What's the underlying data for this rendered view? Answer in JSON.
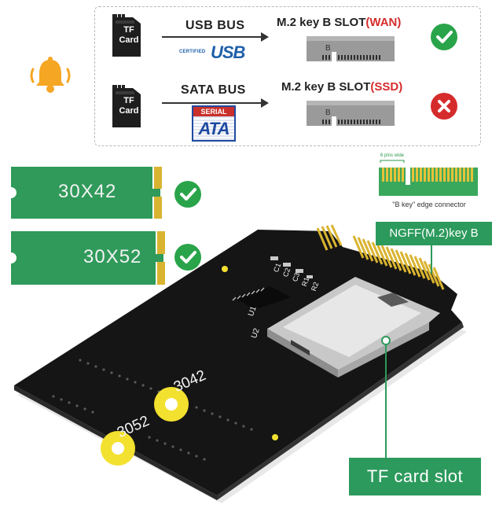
{
  "colors": {
    "accent_green": "#2c9a5c",
    "ok_green": "#2aa44a",
    "error_red": "#d62b2b",
    "pcb_black": "#151515",
    "gold": "#d9b431"
  },
  "icons": {
    "alert": "bell-icon",
    "ok": "checkmark-icon",
    "error": "cross-icon",
    "card": "tf-card-icon",
    "slot": "m2-slot-icon"
  },
  "compat": {
    "rows": [
      {
        "card_label": "TF Card",
        "bus": "USB  BUS",
        "bus_logo_small": "CERTIFIED",
        "bus_logo_big": "USB",
        "slot_prefix": "M.2 key B SLOT",
        "slot_mode": "(WAN)",
        "slot_key": "B",
        "status": "supported"
      },
      {
        "card_label": "TF Card",
        "bus": "SATA  BUS",
        "bus_logo_small": "SERIAL",
        "bus_logo_big": "ATA",
        "slot_prefix": "M.2 key B SLOT",
        "slot_mode": "(SSD)",
        "slot_key": "B",
        "status": "unsupported"
      }
    ]
  },
  "sizes": [
    {
      "label": "30X42",
      "status": "supported"
    },
    {
      "label": "30X52",
      "status": "supported"
    }
  ],
  "edge_connector": {
    "pins_label": "6 pins wide",
    "caption": "\"B key\" edge connector"
  },
  "badges": {
    "interface": "NGFF(M.2)key B",
    "slot": "TF card slot"
  },
  "board": {
    "mount_labels": [
      "3042",
      "3052"
    ],
    "silkscreen": [
      "U1",
      "U2",
      "C1",
      "C2",
      "C3",
      "R1",
      "R2"
    ]
  }
}
